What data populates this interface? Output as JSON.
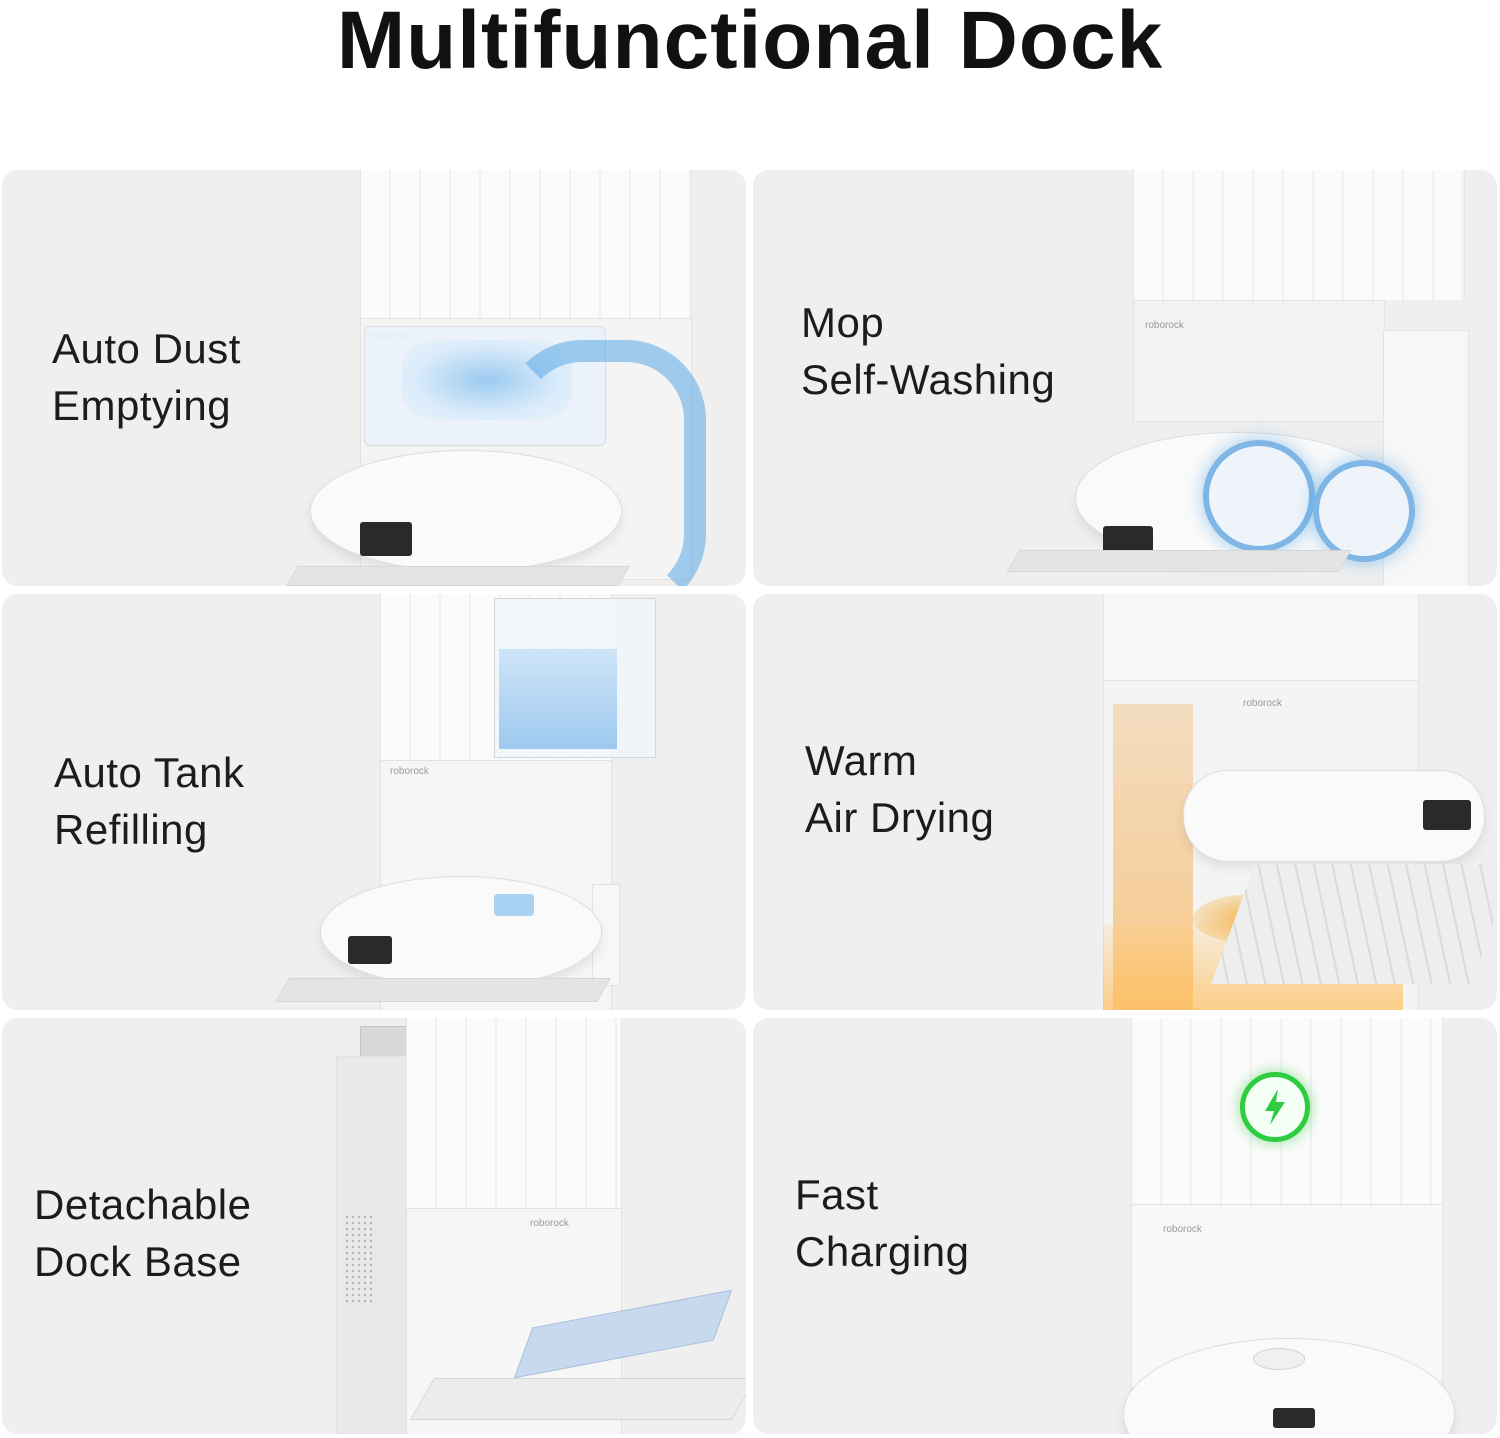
{
  "title": "Multifunctional Dock",
  "panels": [
    {
      "line1": "Auto Dust",
      "line2": "Emptying"
    },
    {
      "line1": "Mop",
      "line2": "Self-Washing"
    },
    {
      "line1": "Auto Tank",
      "line2": "Refilling"
    },
    {
      "line1": "Warm",
      "line2": "Air Drying"
    },
    {
      "line1": "Detachable",
      "line2": "Dock Base"
    },
    {
      "line1": "Fast",
      "line2": "Charging"
    }
  ],
  "brand": "roborock",
  "colors": {
    "panel_bg": "#efefef",
    "airflow_blue": "#5aa8e6",
    "water_blue": "#bcdcf6",
    "warm_orange": "#f5b24a",
    "charge_green": "#2ecc40"
  }
}
